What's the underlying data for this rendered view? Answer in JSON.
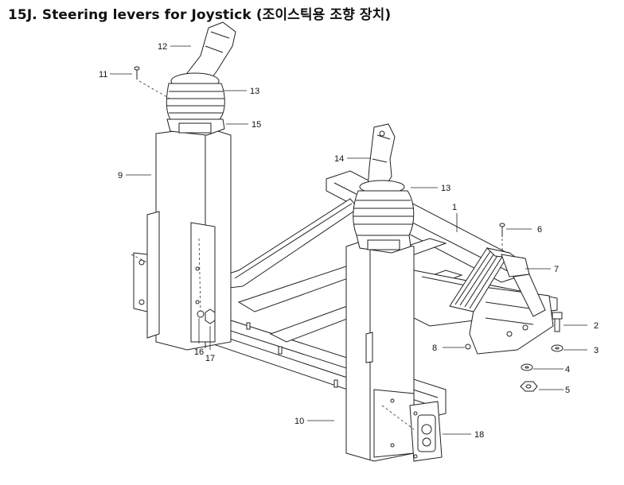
{
  "title": "15J. Steering levers for Joystick (조이스틱용 조향 장치)",
  "callouts": [
    {
      "id": "1",
      "text": "1"
    },
    {
      "id": "2",
      "text": "2"
    },
    {
      "id": "3",
      "text": "3"
    },
    {
      "id": "4",
      "text": "4"
    },
    {
      "id": "5",
      "text": "5"
    },
    {
      "id": "6",
      "text": "6"
    },
    {
      "id": "7",
      "text": "7"
    },
    {
      "id": "8",
      "text": "8"
    },
    {
      "id": "9",
      "text": "9"
    },
    {
      "id": "10",
      "text": "10"
    },
    {
      "id": "11",
      "text": "11"
    },
    {
      "id": "12",
      "text": "12"
    },
    {
      "id": "13a",
      "text": "13"
    },
    {
      "id": "13b",
      "text": "13"
    },
    {
      "id": "14",
      "text": "14"
    },
    {
      "id": "15",
      "text": "15"
    },
    {
      "id": "16",
      "text": "16"
    },
    {
      "id": "17",
      "text": "17"
    },
    {
      "id": "18",
      "text": "18"
    }
  ]
}
